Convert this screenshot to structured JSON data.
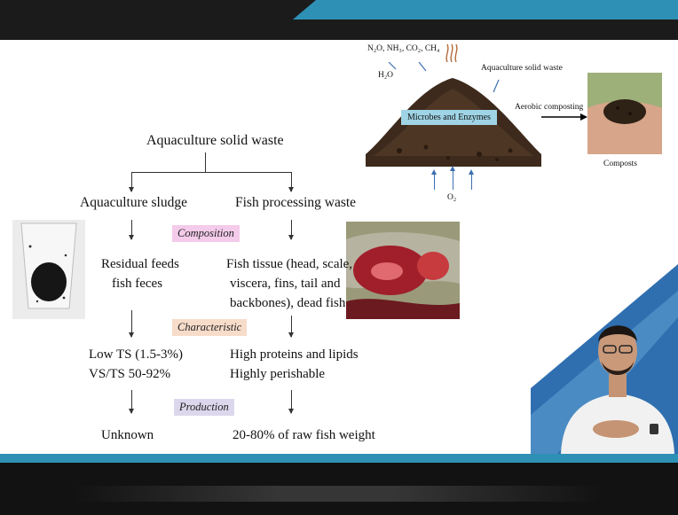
{
  "slide": {
    "main_title": "Aquaculture solid waste",
    "left": {
      "heading": "Aquaculture sludge",
      "composition_lines": [
        "Residual feeds",
        "fish feces"
      ],
      "characteristic_lines": [
        "Low TS (1.5-3%)",
        "VS/TS 50-92%"
      ],
      "production": "Unknown"
    },
    "right": {
      "heading": "Fish processing waste",
      "composition_lines": [
        "Fish tissue (head, scale,",
        "viscera, fins, tail and",
        "backbones), dead fish"
      ],
      "characteristic_lines": [
        "High proteins and lipids",
        "Highly perishable"
      ],
      "production": "20-80% of raw fish weight"
    },
    "tags": {
      "composition": "Composition",
      "characteristic": "Characteristic",
      "production": "Production"
    }
  },
  "compost_figure": {
    "gases": "N₂O, NH₃, CO₂, CH₄",
    "water": "H₂O",
    "solid_waste": "Aquaculture solid waste",
    "microbes": "Microbes and Enzymes",
    "oxygen": "O₂",
    "process": "Aerobic composting",
    "product": "Composts"
  },
  "colors": {
    "accent": "#2f90b5",
    "composition_tag": "#f4cbea",
    "characteristic_tag": "#f7dcca",
    "production_tag": "#dcd7ec",
    "microbes_box": "#9fd4e6"
  }
}
